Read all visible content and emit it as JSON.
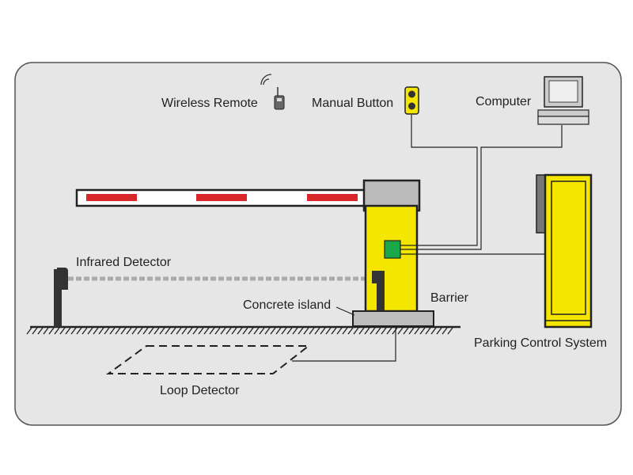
{
  "colors": {
    "panel_bg": "#e6e6e6",
    "panel_border": "#555555",
    "barrier_yellow": "#f5e600",
    "stripe_red": "#d9262b",
    "controller_green": "#1aa84a",
    "dark": "#222222"
  },
  "labels": {
    "wireless_remote": "Wireless Remote",
    "manual_button": "Manual Button",
    "computer": "Computer",
    "infrared_detector": "Infrared Detector",
    "concrete_island": "Concrete island",
    "barrier": "Barrier",
    "parking_control_system": "Parking Control System",
    "loop_detector": "Loop Detector"
  },
  "icons": {
    "remote": "wireless-remote-icon",
    "button": "manual-button-icon",
    "computer": "computer-icon"
  }
}
